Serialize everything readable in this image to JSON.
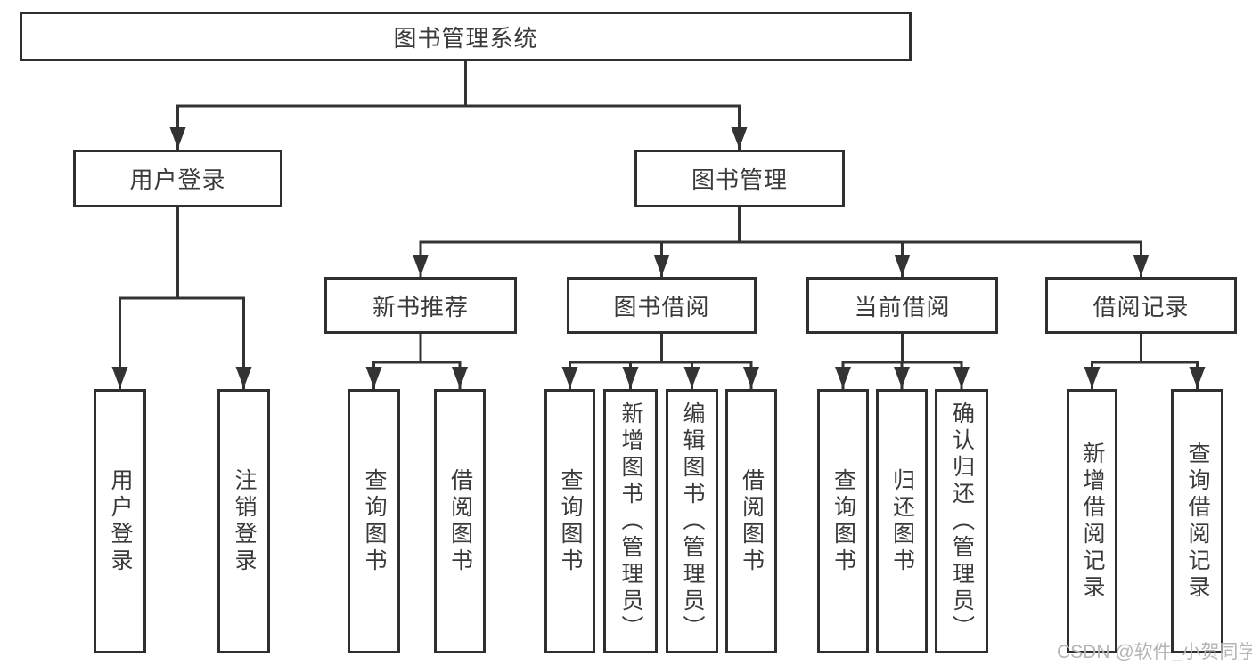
{
  "root": {
    "label": "图书管理系统"
  },
  "branches": [
    {
      "label": "用户登录",
      "children": [
        {
          "label": "用户登录"
        },
        {
          "label": "注销登录"
        }
      ]
    },
    {
      "label": "图书管理",
      "children": [
        {
          "label": "新书推荐",
          "children": [
            {
              "label": "查询图书"
            },
            {
              "label": "借阅图书"
            }
          ]
        },
        {
          "label": "图书借阅",
          "children": [
            {
              "label": "查询图书"
            },
            {
              "label": "新增图书（管理员）"
            },
            {
              "label": "编辑图书（管理员）"
            },
            {
              "label": "借阅图书"
            }
          ]
        },
        {
          "label": "当前借阅",
          "children": [
            {
              "label": "查询图书"
            },
            {
              "label": "归还图书"
            },
            {
              "label": "确认归还（管理员）"
            }
          ]
        },
        {
          "label": "借阅记录",
          "children": [
            {
              "label": "新增借阅记录"
            },
            {
              "label": "查询借阅记录"
            }
          ]
        }
      ]
    }
  ],
  "watermark": {
    "text": "CSDN @软件_小贺同学"
  },
  "colors": {
    "background": "#ffffff",
    "line": "#333333",
    "box_border": "#2f2f2f",
    "text": "#3a3a3a",
    "watermark": "#b5b5b5"
  }
}
